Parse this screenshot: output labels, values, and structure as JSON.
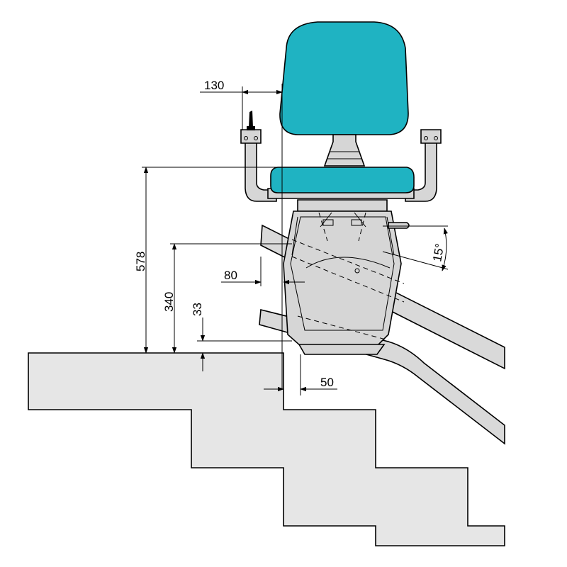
{
  "dimensions": {
    "handle_offset": "130",
    "seat_height": "578",
    "footrest_height": "340",
    "rail_height": "33",
    "footrest_offset": "80",
    "step_offset": "50",
    "rail_angle": "15°"
  },
  "colors": {
    "upholstery": "#1fb3c2",
    "frame": "#d6d6d6",
    "stairs": "#e6e6e6",
    "rail": "#d9d9d9",
    "line": "#000000"
  }
}
